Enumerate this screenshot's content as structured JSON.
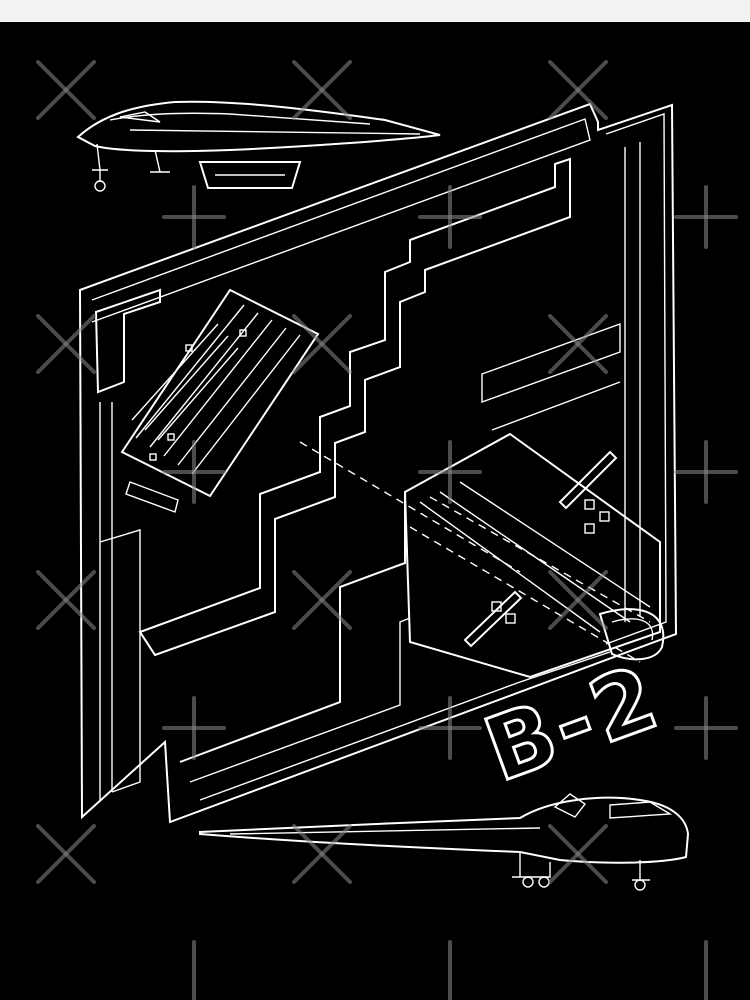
{
  "poster": {
    "title": "B-2",
    "colors": {
      "background": "#000000",
      "line": "#ffffff",
      "frame": "#f2f2f2",
      "watermark": "#8a8a8a"
    }
  },
  "illustrations": {
    "top_view": "side-profile-aircraft",
    "main_view": "cutaway-plan-view",
    "bottom_view": "front-profile-aircraft"
  }
}
